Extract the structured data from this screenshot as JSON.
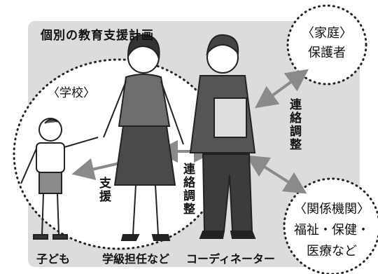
{
  "title": "個別の教育支援計画",
  "school_label": "〈学校〉",
  "family": {
    "heading": "〈家庭〉",
    "text": "保護者"
  },
  "agencies": {
    "heading": "〈関係機関〉",
    "line1": "福祉・保健・",
    "line2": "医療など"
  },
  "relations": {
    "support": "支援",
    "coord_center": "連絡調整",
    "coord_right": "連絡調整"
  },
  "roles": {
    "child": "子ども",
    "teacher": "学級担任など",
    "coordinator": "コーディネーター"
  },
  "colors": {
    "panel": "#dcdcdc",
    "arrow": "#8a8a8a",
    "dotted": "#222222"
  }
}
